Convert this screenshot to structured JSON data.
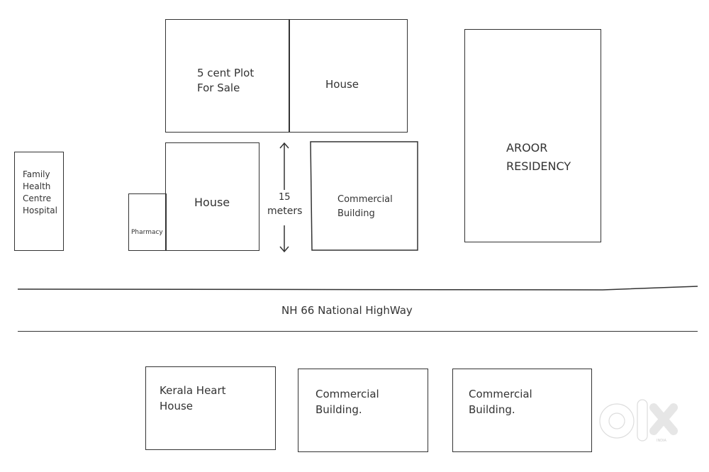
{
  "plot": {
    "line1": "5 cent Plot",
    "line2": "For Sale"
  },
  "house_top": "House",
  "house_left": "House",
  "pharmacy": "Pharmacy",
  "hospital": "Family\nHealth\nCentre\nHospital",
  "distance": {
    "value": "15",
    "unit": "meters"
  },
  "commercial_top": "Commercial\nBuilding",
  "aroor": "AROOR\nRESIDENCY",
  "highway": "NH 66 National HighWay",
  "kerala_heart": "Kerala Heart\nHouse",
  "commercial_bottom_1": "Commercial\nBuilding.",
  "commercial_bottom_2": "Commercial\nBuilding.",
  "watermark": {
    "brand": "olx",
    "region": "INDIA"
  }
}
